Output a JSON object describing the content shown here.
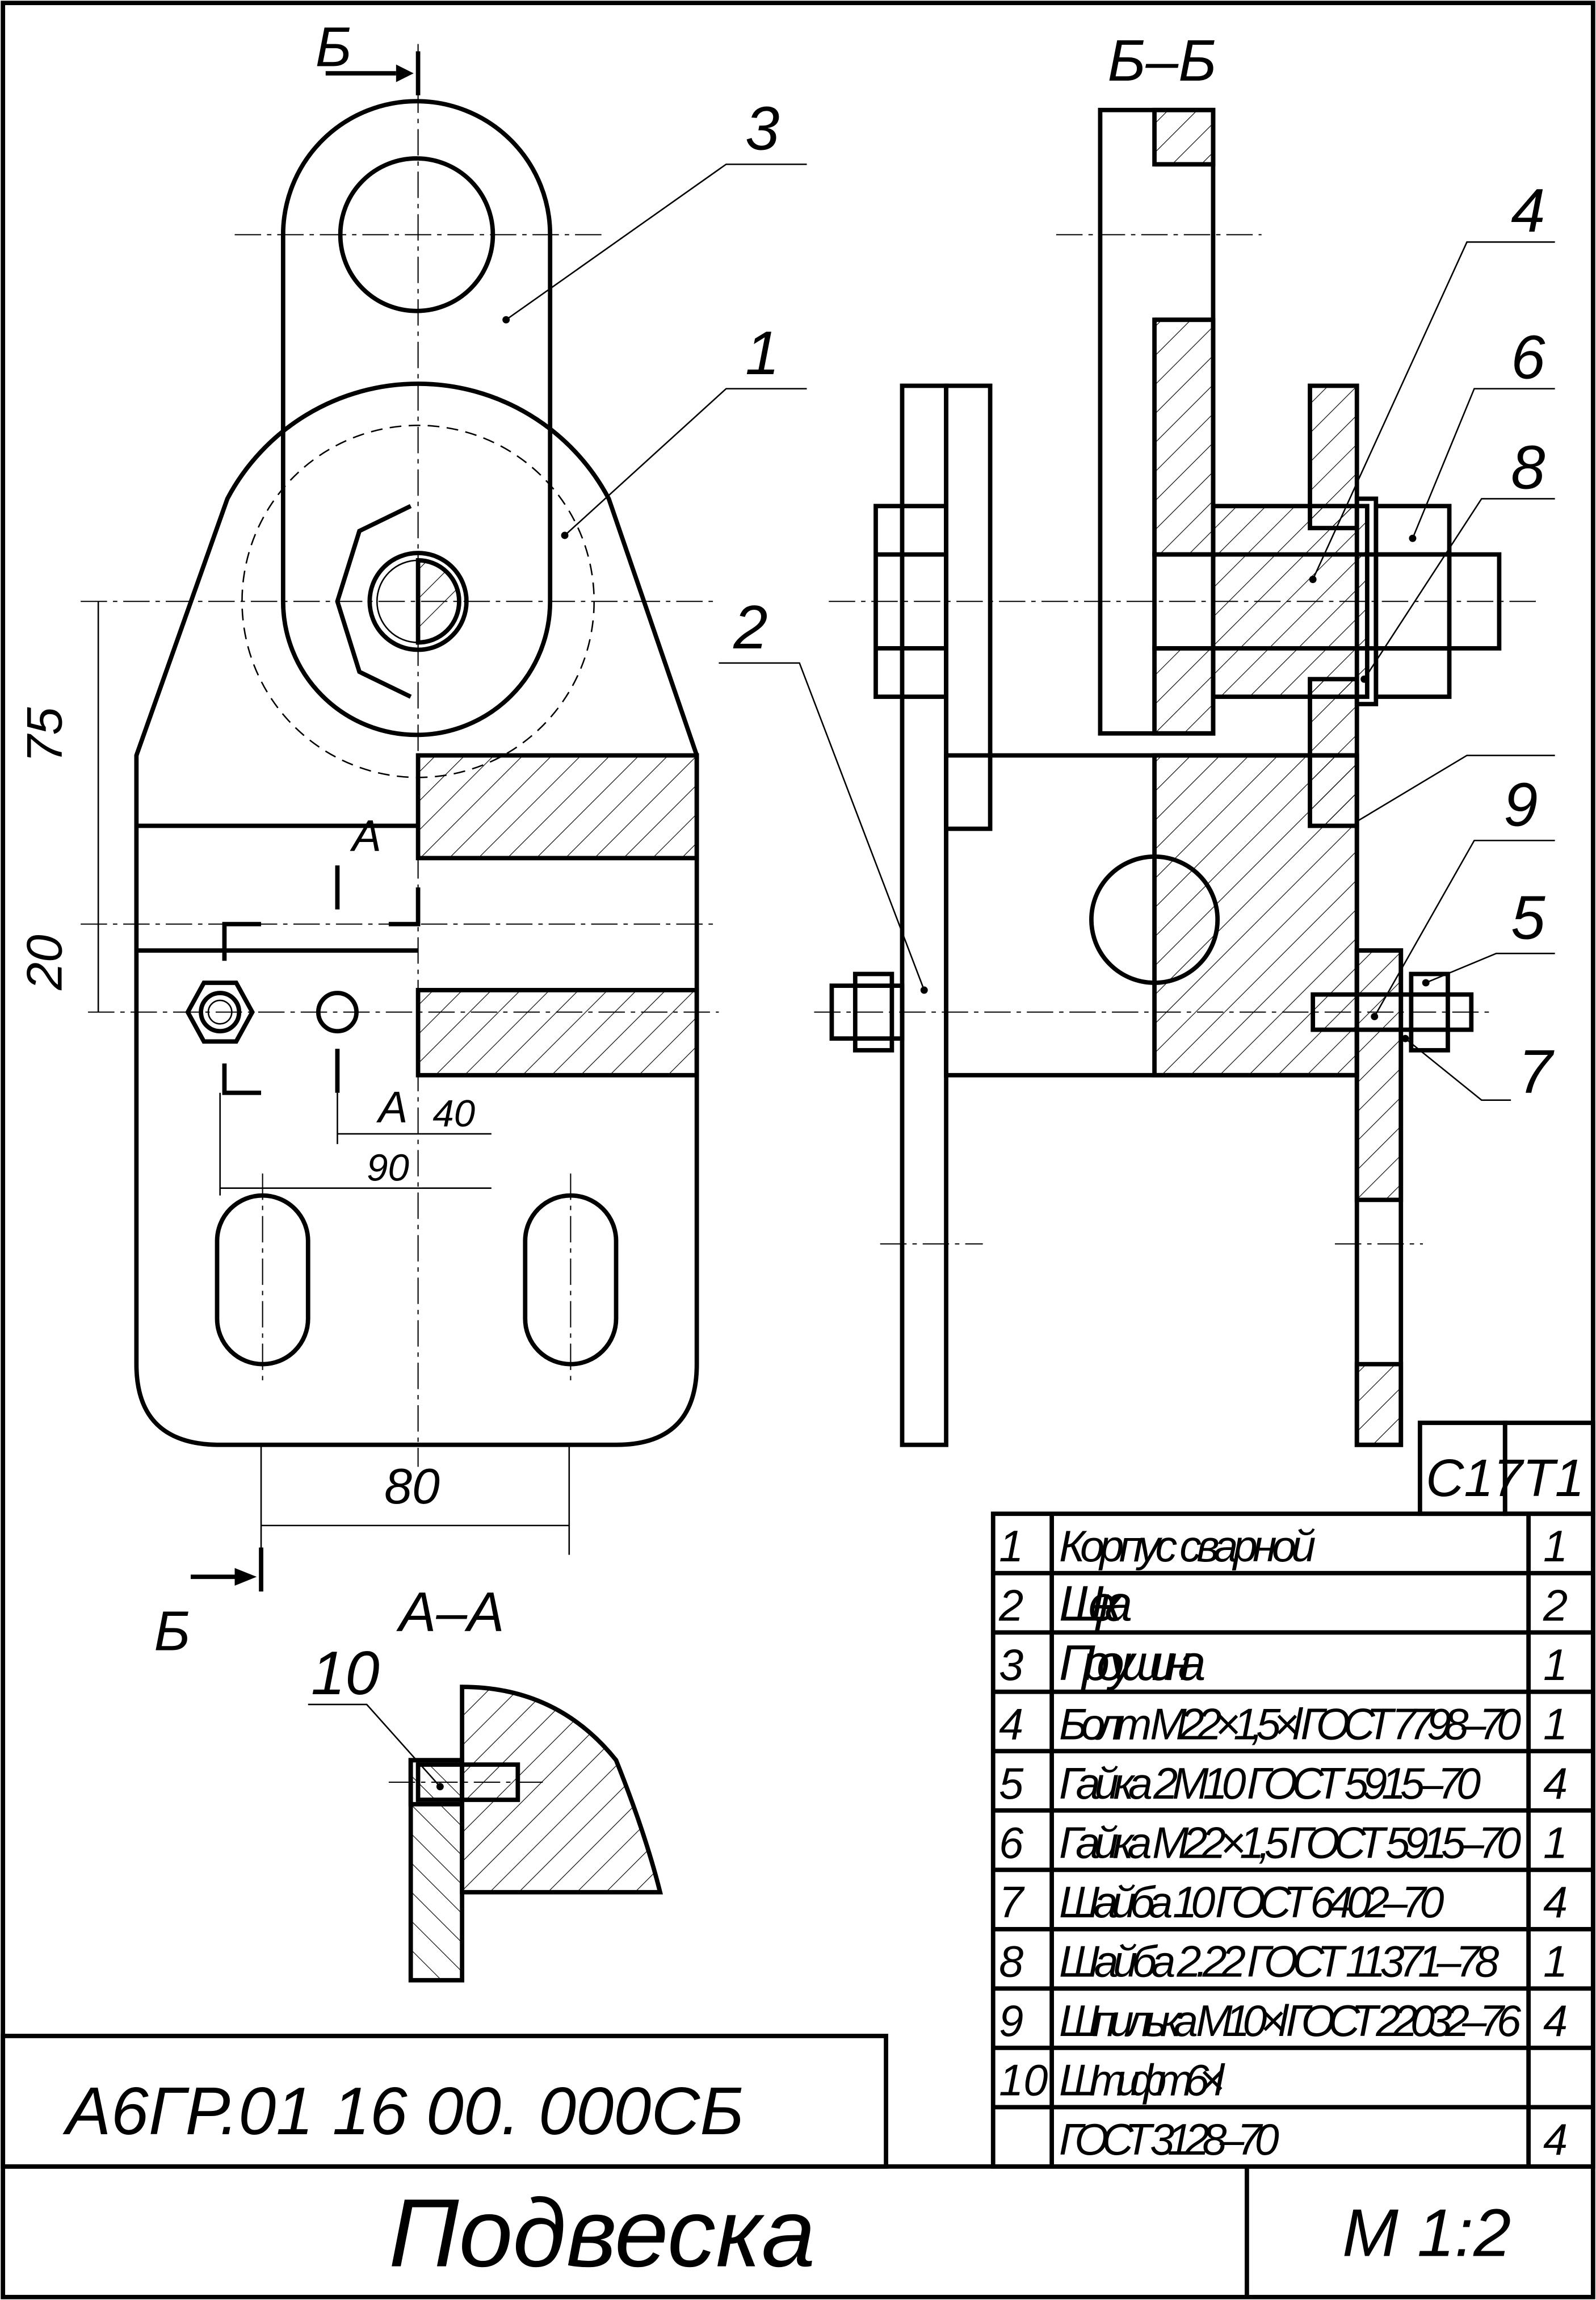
{
  "drawing": {
    "designation": "А6ГР.01 16 00. 000СБ",
    "title": "Подвеска",
    "scale": "М  1:2",
    "section_bb": "Б–Б",
    "section_aa": "А–А",
    "section_mark_b": "Б",
    "section_mark_a": "А",
    "header_cells": [
      "С17",
      "Т1"
    ],
    "dimensions": {
      "d75": "75",
      "d20": "20",
      "d40": "40",
      "d90": "90",
      "d80": "80"
    },
    "callouts": [
      "1",
      "2",
      "3",
      "4",
      "5",
      "6",
      "7",
      "8",
      "9",
      "10"
    ]
  },
  "parts": [
    {
      "pos": "1",
      "name": "Корпус сварной",
      "qty": "1"
    },
    {
      "pos": "2",
      "name": "Щека",
      "qty": "2"
    },
    {
      "pos": "3",
      "name": "Проушина",
      "qty": "1"
    },
    {
      "pos": "4",
      "name": "Болт М22×1,5×l ГОСТ 7798–70",
      "qty": "1"
    },
    {
      "pos": "5",
      "name": "Гайка 2М10 ГОСТ 5915–70",
      "qty": "4"
    },
    {
      "pos": "6",
      "name": "Гайка М22×1,5 ГОСТ 5915–70",
      "qty": "1"
    },
    {
      "pos": "7",
      "name": "Шайба 10 ГОСТ 6402–70",
      "qty": "4"
    },
    {
      "pos": "8",
      "name": "Шайба 2.22 ГОСТ 11371–78",
      "qty": "1"
    },
    {
      "pos": "9",
      "name": "Шпилька М10×l ГОСТ 22032–76",
      "qty": "4"
    },
    {
      "pos": "10",
      "name": "Штифт 6×l",
      "qty": ""
    },
    {
      "pos": "",
      "name": "ГОСТ 3128–70",
      "qty": "4"
    }
  ]
}
